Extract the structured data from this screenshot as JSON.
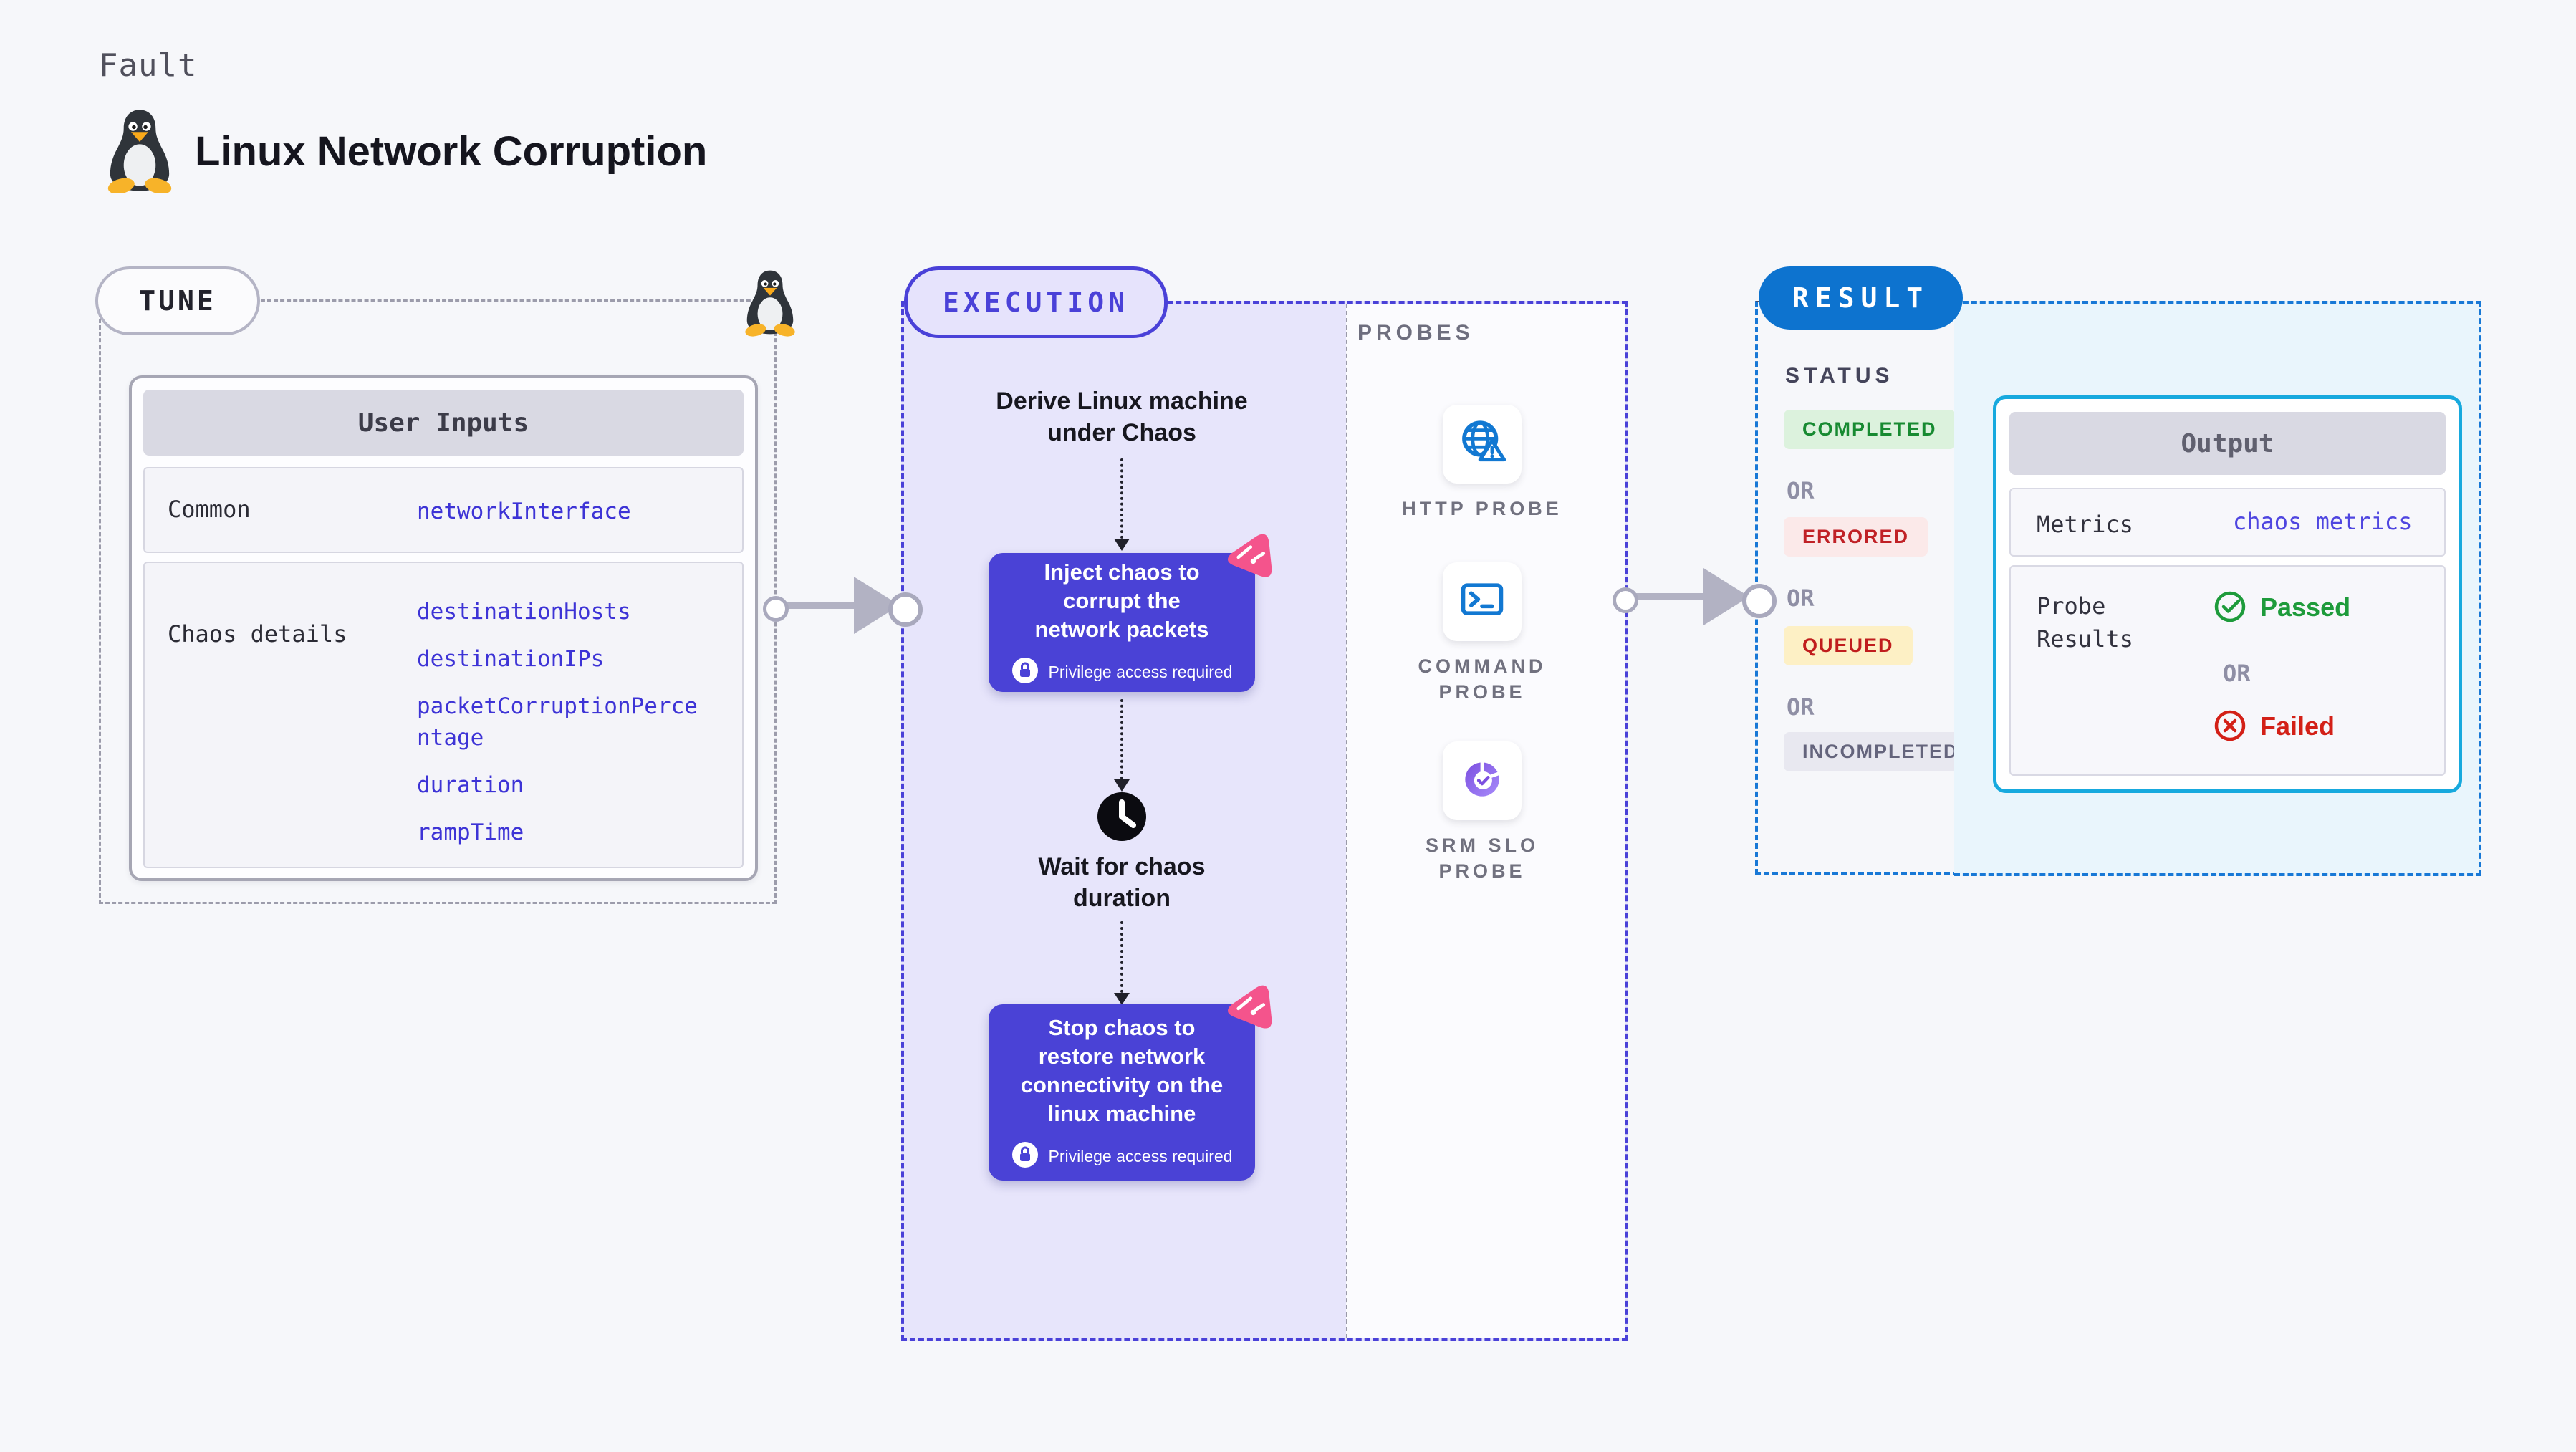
{
  "page": {
    "kicker": "Fault",
    "title": "Linux Network Corruption"
  },
  "tune": {
    "badge": "TUNE",
    "table": {
      "header": "User Inputs",
      "rows": [
        {
          "label": "Common",
          "values": [
            "networkInterface"
          ]
        },
        {
          "label": "Chaos details",
          "values": [
            "destinationHosts",
            "destinationIPs",
            "packetCorruptionPercentage",
            "duration",
            "rampTime"
          ]
        }
      ]
    }
  },
  "execution": {
    "badge": "EXECUTION",
    "start_label": "Derive Linux machine\nunder Chaos",
    "inject": {
      "text": "Inject chaos to corrupt the\nnetwork packets",
      "note": "Privilege access required"
    },
    "wait_label": "Wait for chaos\nduration",
    "stop": {
      "text": "Stop chaos to\nrestore network\nconnectivity on the\nlinux machine",
      "note": "Privilege access required"
    }
  },
  "probes": {
    "heading": "PROBES",
    "items": [
      {
        "label": "HTTP PROBE",
        "icon": "globe-warning-icon"
      },
      {
        "label": "COMMAND PROBE",
        "icon": "terminal-icon"
      },
      {
        "label": "SRM SLO PROBE",
        "icon": "slo-donut-icon"
      }
    ]
  },
  "result": {
    "badge": "RESULT",
    "status": {
      "heading": "STATUS",
      "separator": "OR",
      "items": [
        {
          "label": "COMPLETED"
        },
        {
          "label": "ERRORED"
        },
        {
          "label": "QUEUED"
        },
        {
          "label": "INCOMPLETED"
        }
      ]
    },
    "output": {
      "header": "Output",
      "metrics_label": "Metrics",
      "metrics_value": "chaos metrics",
      "probe_results_label": "Probe Results",
      "passed_label": "Passed",
      "separator": "OR",
      "failed_label": "Failed"
    }
  },
  "colors": {
    "background": "#f6f7fa",
    "accent_indigo": "#4a42d6",
    "accent_blue": "#0d73cf",
    "accent_cyan": "#17a9de",
    "value_indigo": "#3d33d6",
    "success_green": "#1e9b3b",
    "error_red": "#d32017",
    "queued_yellow_bg": "#fdf0c5",
    "arrow_gray": "#b2b2c3",
    "chaos_logo_pink": "#f4548c",
    "probe_icon_blue": "#1278d2",
    "slo_icon_purple": "#8b5cf6"
  }
}
